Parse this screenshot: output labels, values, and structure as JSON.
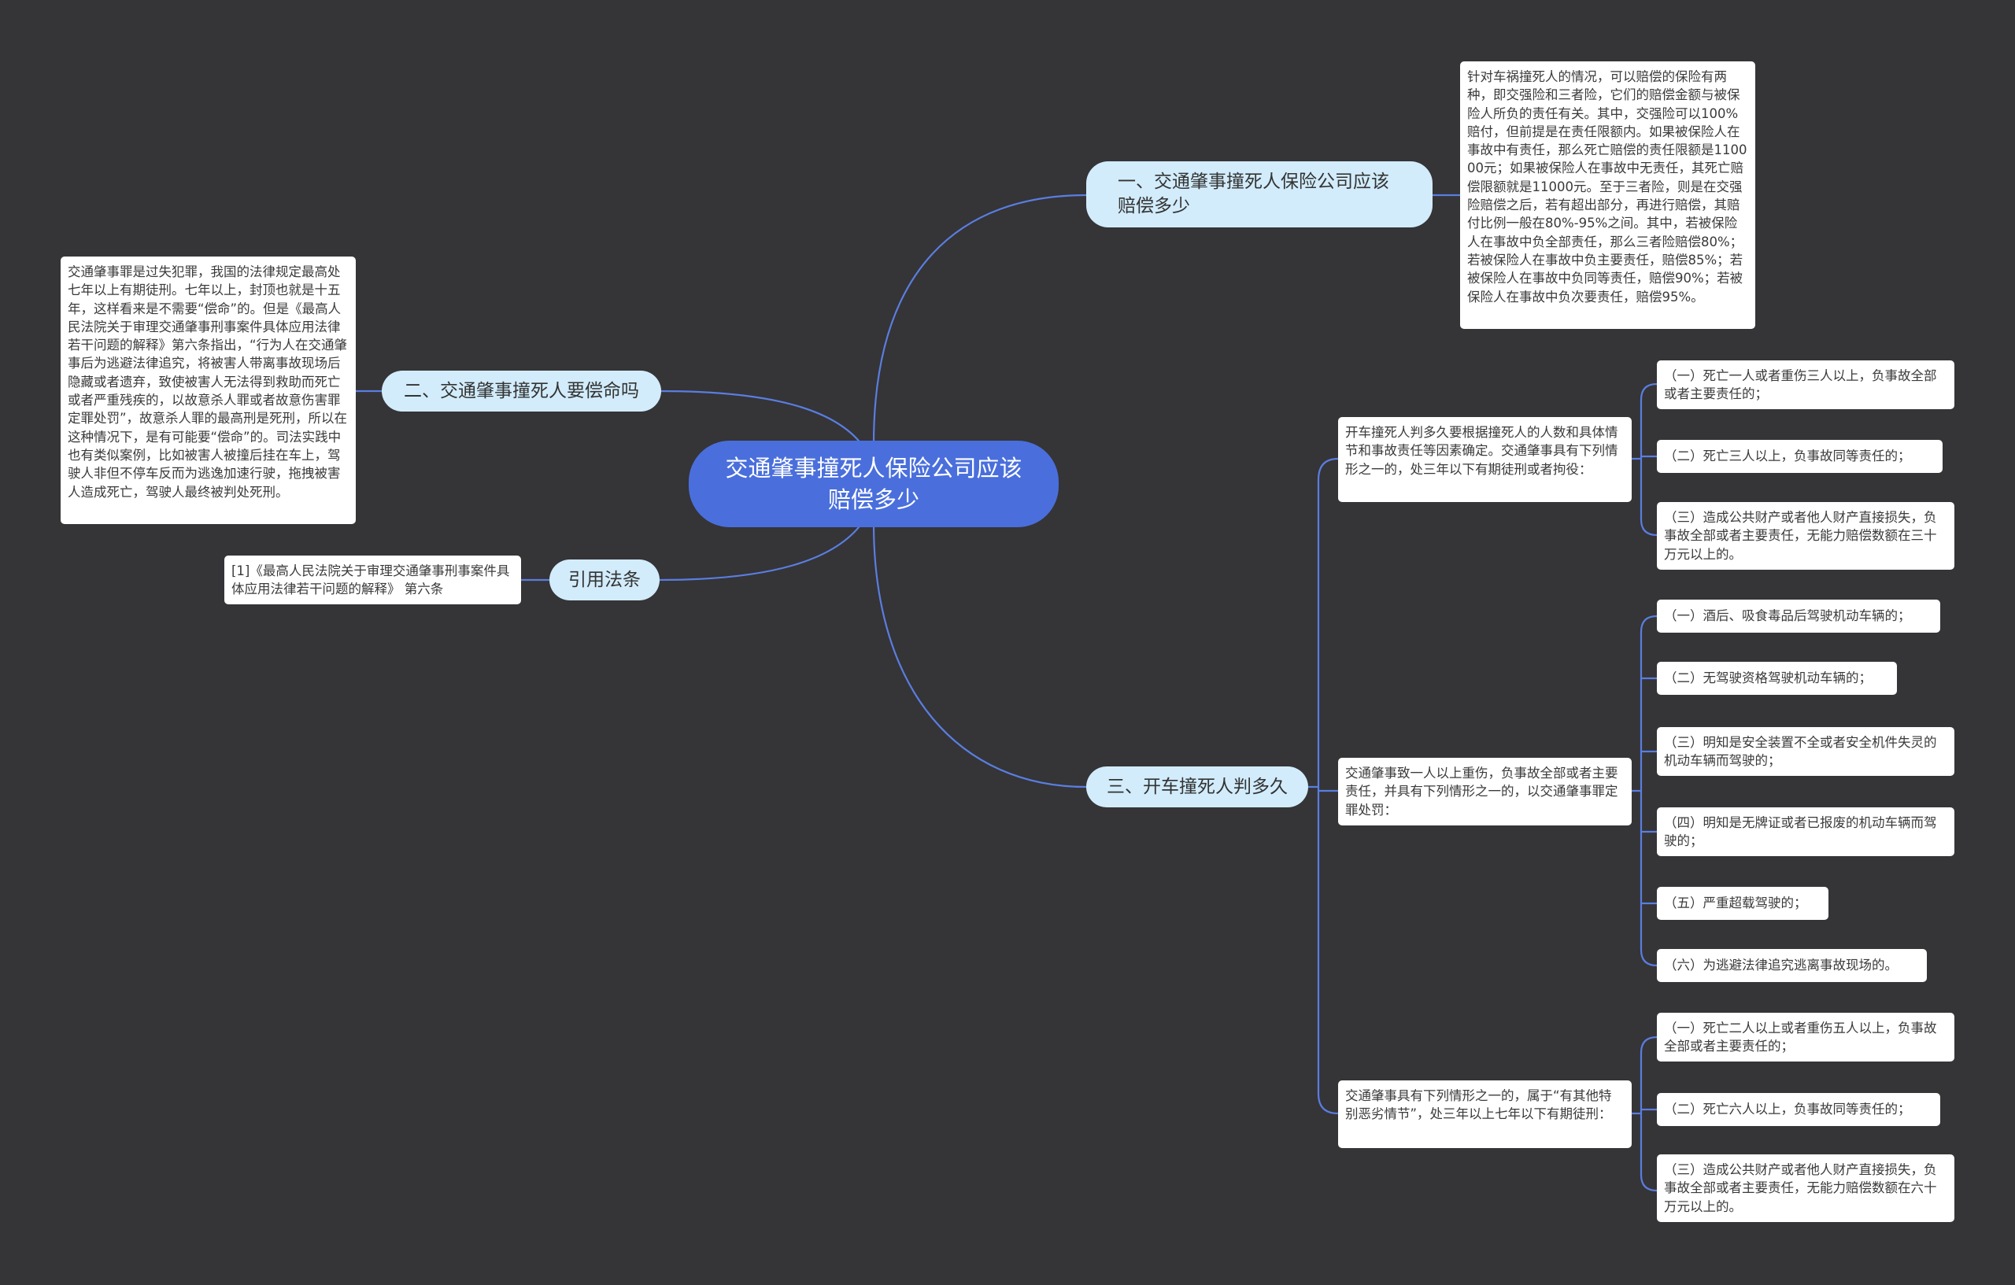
{
  "mindmap": {
    "root": "交通肇事撞死人保险公司应该赔偿多少",
    "branch1": {
      "label": "一、交通肇事撞死人保险公司应该赔偿多少",
      "detail": "针对车祸撞死人的情况，可以赔偿的保险有两种，即交强险和三者险，它们的赔偿金额与被保险人所负的责任有关。其中，交强险可以100%赔付，但前提是在责任限额内。如果被保险人在事故中有责任，那么死亡赔偿的责任限额是110000元；如果被保险人在事故中无责任，其死亡赔偿限额就是11000元。至于三者险，则是在交强险赔偿之后，若有超出部分，再进行赔偿，其赔付比例一般在80%-95%之间。其中，若被保险人在事故中负全部责任，那么三者险赔偿80%；若被保险人在事故中负主要责任，赔偿85%；若被保险人在事故中负同等责任，赔偿90%；若被保险人在事故中负次要责任，赔偿95%。"
    },
    "branch2": {
      "label": "二、交通肇事撞死人要偿命吗",
      "detail": "交通肇事罪是过失犯罪，我国的法律规定最高处七年以上有期徒刑。七年以上，封顶也就是十五年，这样看来是不需要“偿命”的。但是《最高人民法院关于审理交通肇事刑事案件具体应用法律若干问题的解释》第六条指出，“行为人在交通肇事后为逃避法律追究，将被害人带离事故现场后隐藏或者遗弃，致使被害人无法得到救助而死亡或者严重残疾的，以故意杀人罪或者故意伤害罪定罪处罚”，故意杀人罪的最高刑是死刑，所以在这种情况下，是有可能要“偿命”的。司法实践中也有类似案例，比如被害人被撞后挂在车上，驾驶人非但不停车反而为逃逸加速行驶，拖拽被害人造成死亡，驾驶人最终被判处死刑。"
    },
    "branch_law": {
      "label": "引用法条",
      "detail": "[1]《最高人民法院关于审理交通肇事刑事案件具体应用法律若干问题的解释》 第六条"
    },
    "branch3": {
      "label": "三、开车撞死人判多久",
      "groups": [
        {
          "text": "开车撞死人判多久要根据撞死人的人数和具体情节和事故责任等因素确定。交通肇事具有下列情形之一的，处三年以下有期徒刑或者拘役：",
          "items": [
            "（一）死亡一人或者重伤三人以上，负事故全部或者主要责任的；",
            "（二）死亡三人以上，负事故同等责任的；",
            "（三）造成公共财产或者他人财产直接损失，负事故全部或者主要责任，无能力赔偿数额在三十万元以上的。"
          ]
        },
        {
          "text": "交通肇事致一人以上重伤，负事故全部或者主要责任，并具有下列情形之一的，以交通肇事罪定罪处罚：",
          "items": [
            "（一）酒后、吸食毒品后驾驶机动车辆的；",
            "（二）无驾驶资格驾驶机动车辆的；",
            "（三）明知是安全装置不全或者安全机件失灵的机动车辆而驾驶的；",
            "（四）明知是无牌证或者已报废的机动车辆而驾驶的；",
            "（五）严重超载驾驶的；",
            "（六）为逃避法律追究逃离事故现场的。"
          ]
        },
        {
          "text": "交通肇事具有下列情形之一的，属于“有其他特别恶劣情节”，处三年以上七年以下有期徒刑：",
          "items": [
            "（一）死亡二人以上或者重伤五人以上，负事故全部或者主要责任的；",
            "（二）死亡六人以上，负事故同等责任的；",
            "（三）造成公共财产或者他人财产直接损失，负事故全部或者主要责任，无能力赔偿数额在六十万元以上的。"
          ]
        }
      ]
    },
    "colors": {
      "background": "#353437",
      "root_fill": "#4a6fdc",
      "branch_fill": "#d2ecfb",
      "card_fill": "#ffffff",
      "line": "#5a7ee0"
    }
  }
}
